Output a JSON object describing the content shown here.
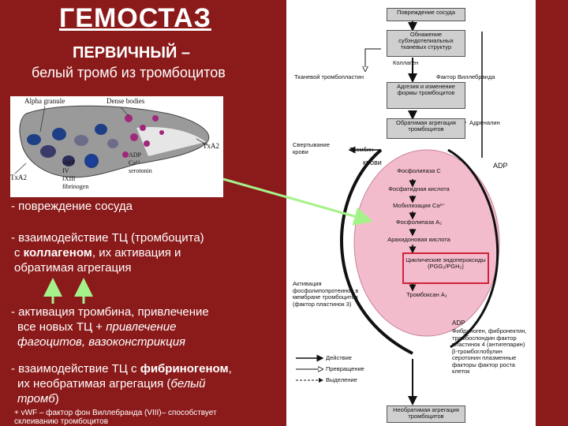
{
  "title": "ГЕМОСТАЗ",
  "subtitle": "ПЕРВИЧНЫЙ –",
  "subtitle_desc": "белый тромб из тромбоцитов",
  "platelet_figure": {
    "alpha_granule": "Alpha granule",
    "dense_bodies": "Dense bodies",
    "txa2_right": "TxA2",
    "txa2_left": "TxA2",
    "adp": "ADP",
    "ca": "Ca²⁺",
    "serotonin": "serotonin",
    "vwf": "vWF",
    "iv": "IV",
    "fxiii": "fXIII",
    "fibrinogen": "fibrinogen"
  },
  "bullets": {
    "b1": "- повреждение сосуда",
    "b2_pre": "- взаимодействие ТЦ (тромбоцита)",
    "b2_line2_pre": "с ",
    "b2_bold": "коллагеном",
    "b2_line2_post": ",  их активация и",
    "b2_line3": "обратимая агрегация",
    "b3_line1": "- активация тромбина, привлечение",
    "b3_line2_pre": "все новых ТЦ + ",
    "b3_line2_ital": "привлечение",
    "b3_line3_ital": "фагоцитов, вазоконстрикция",
    "b4_pre": "- взаимодействие ТЦ с ",
    "b4_bold": "фибриногеном",
    "b4_post": ",",
    "b4_line2_pre": "их необратимая агрегация (",
    "b4_line2_ital": "белый",
    "b4_line3_ital": "тромб",
    "b4_line3_post": ")"
  },
  "footnote": {
    "line1": "+ vWF – фактор фон Виллебранда (VIII)– способствует",
    "line2": "склеиванию тромбоцитов"
  },
  "flow": {
    "box1": "Повреждение сосуда",
    "box2": "Обнажение субэндотелиальных тканевых структур",
    "collagen": "Коллаген",
    "vwf_factor": "Фактор Виллебранда",
    "tissue_thromboplastin": "Тканевой тромбопластин",
    "box3": "Адгезия и изменение формы тромбоцитов",
    "box4": "Обратимая агрегация тромбоцитов",
    "adrenaline": "Адреналин",
    "coagulation": "Свертывание крови",
    "thrombin": "Тромбин",
    "krovi_overlay": "крови",
    "adp_right": "ADP",
    "phospholipase_c": "Фосфолипаза С",
    "phosphatidic": "Фосфатидная кислота",
    "ca_mob": "Мобилизация Ca²⁺",
    "phospholipase_a2": "Фосфолипаза A₂",
    "arachidonic": "Арахидоновая кислота",
    "cyclic_endoperoxides": "Циклические эндопероксиды (PGG₂/PGH₂)",
    "thromboxane": "Тромбоксан A₂",
    "activation_label": "Активация фосфолипопротеинов в мембране тромбоцитов (фактор пластинок 3)",
    "adp_lower": "ADP",
    "release_list": "Фибриноген, фибронектин, тромбоспондин фактор пластинок 4 (антигепарин) β-тромбоглобулин серотонин плазменные факторы фактор роста клеток",
    "legend_action": "Действие",
    "legend_transform": "Превращение",
    "legend_release": "Выделение",
    "box_final": "Необратимая агрегация тромбоцитов"
  },
  "colors": {
    "background": "#8b1a1a",
    "pink_cell": "#f3bccd",
    "green_arrow": "#a6f28a",
    "granule_dark": "#1e3f86",
    "granule_purple": "#a0287a"
  }
}
